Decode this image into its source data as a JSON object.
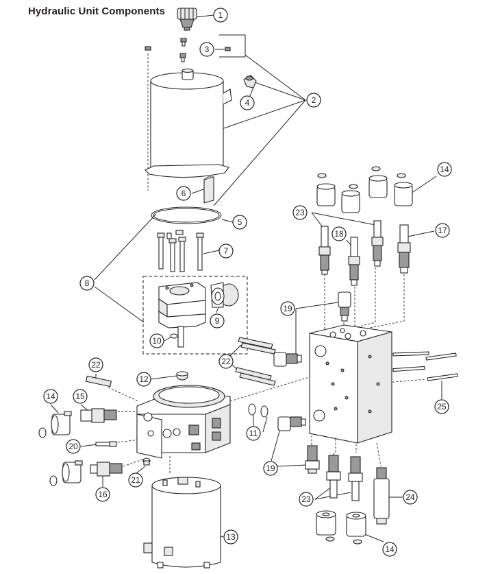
{
  "title": "Hydraulic Unit Components",
  "callouts": [
    "1",
    "2",
    "3",
    "4",
    "5",
    "6",
    "7",
    "8",
    "9",
    "10",
    "11",
    "12",
    "13",
    "14",
    "15",
    "16",
    "17",
    "18",
    "19",
    "20",
    "21",
    "22",
    "23",
    "24",
    "25"
  ]
}
